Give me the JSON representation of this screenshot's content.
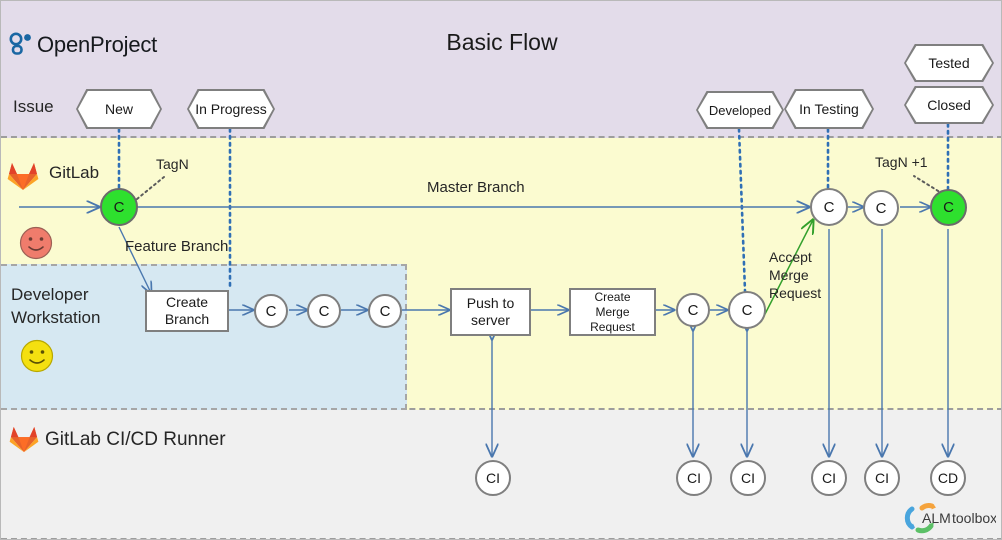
{
  "title": "Basic Flow",
  "brand": {
    "openproject": "OpenProject",
    "logo_icon": "openproject-logo-icon",
    "alm": "ALMtoolbox",
    "alm_icon": "almtoolbox-logo-icon"
  },
  "colors": {
    "issue_lane": "#e3dcea",
    "gitlab_lane": "#fbfbd0",
    "dev_lane": "#d6e8f2",
    "runner_lane": "#f0f0f0",
    "commit_green": "#2ee02e",
    "arrow_blue": "#4a77ae",
    "dotted_blue": "#2f6fb5",
    "merge_green": "#33a02c",
    "gitlab_orange": "#e8632a",
    "smiley_red": "#ef7c6c",
    "smiley_yellow": "#f4e010"
  },
  "lanes": [
    {
      "id": "issue",
      "label": "Issue"
    },
    {
      "id": "gitlab",
      "label": "GitLab"
    },
    {
      "id": "dev",
      "label": "Developer\nWorkstation"
    },
    {
      "id": "runner",
      "label": "GitLab CI/CD Runner"
    }
  ],
  "issue_states": [
    {
      "id": "new",
      "label": "New"
    },
    {
      "id": "in-progress",
      "label": "In Progress"
    },
    {
      "id": "developed",
      "label": "Developed"
    },
    {
      "id": "in-testing",
      "label": "In Testing"
    },
    {
      "id": "tested",
      "label": "Tested"
    },
    {
      "id": "closed",
      "label": "Closed"
    }
  ],
  "branches": {
    "master": "Master Branch",
    "feature": "Feature Branch"
  },
  "tags": [
    {
      "id": "tag-n",
      "label": "TagN"
    },
    {
      "id": "tag-n-plus-1",
      "label": "TagN +1"
    }
  ],
  "annotations": [
    {
      "id": "accept-merge-request",
      "label": "Accept\nMerge\nRequest"
    }
  ],
  "process_boxes": [
    {
      "id": "create-branch",
      "label": "Create\nBranch"
    },
    {
      "id": "push-to-server",
      "label": "Push to\nserver"
    },
    {
      "id": "create-merge-request",
      "label": "Create\nMerge\nRequest"
    }
  ],
  "commits": {
    "master": [
      {
        "id": "master-c1",
        "label": "C",
        "state": "green"
      },
      {
        "id": "master-c2",
        "label": "C",
        "state": "white"
      },
      {
        "id": "master-c3",
        "label": "C",
        "state": "white"
      },
      {
        "id": "master-c4",
        "label": "C",
        "state": "green"
      }
    ],
    "feature": [
      {
        "id": "feature-c1",
        "label": "C",
        "state": "white"
      },
      {
        "id": "feature-c2",
        "label": "C",
        "state": "white"
      },
      {
        "id": "feature-c3",
        "label": "C",
        "state": "white"
      },
      {
        "id": "feature-c4",
        "label": "C",
        "state": "white"
      },
      {
        "id": "feature-c5",
        "label": "C",
        "state": "white"
      }
    ]
  },
  "pipelines": [
    {
      "id": "ci-1",
      "label": "CI"
    },
    {
      "id": "ci-2",
      "label": "CI"
    },
    {
      "id": "ci-3",
      "label": "CI"
    },
    {
      "id": "ci-4",
      "label": "CI"
    },
    {
      "id": "ci-5",
      "label": "CI"
    },
    {
      "id": "cd-1",
      "label": "CD"
    }
  ]
}
